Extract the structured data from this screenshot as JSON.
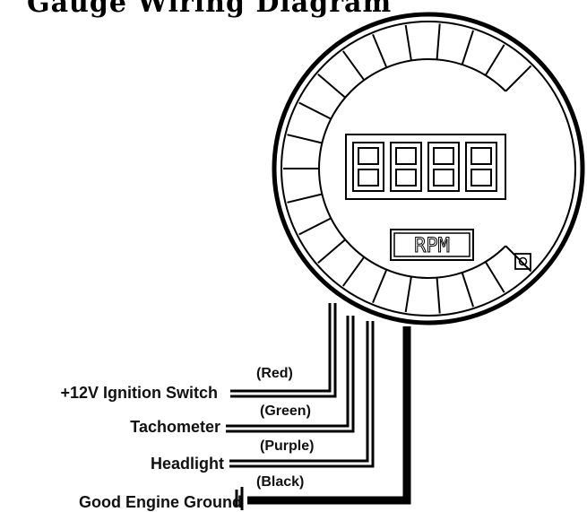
{
  "title": "Gauge Wiring Diagram",
  "gauge": {
    "digits": "8888",
    "unit_label": "RPM"
  },
  "wires": [
    {
      "terminal": "+12V Ignition Switch",
      "color_label": "(Red)"
    },
    {
      "terminal": "Tachometer",
      "color_label": "(Green)"
    },
    {
      "terminal": "Headlight",
      "color_label": "(Purple)"
    },
    {
      "terminal": "Good Engine Ground",
      "color_label": "(Black)"
    }
  ],
  "colors": {
    "line": "#000000",
    "background": "#ffffff"
  }
}
